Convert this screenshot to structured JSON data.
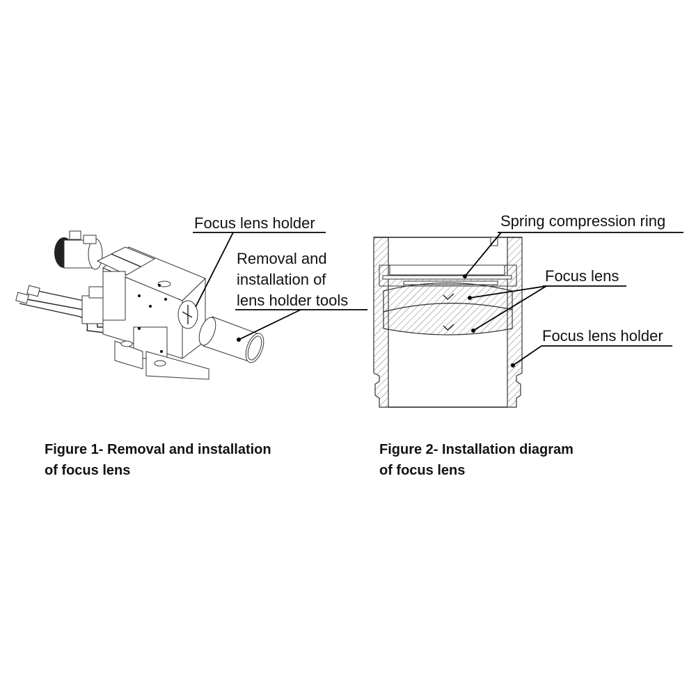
{
  "figure1": {
    "labels": {
      "focus_lens_holder": "Focus lens holder",
      "tool_line1": "Removal and",
      "tool_line2": "installation of",
      "tool_line3": "lens holder tools"
    },
    "caption_line1": "Figure 1- Removal and installation",
    "caption_line2": "of focus lens"
  },
  "figure2": {
    "labels": {
      "spring_ring": "Spring compression ring",
      "focus_lens": "Focus lens",
      "focus_lens_holder": "Focus lens holder"
    },
    "caption_line1": "Figure 2- Installation diagram",
    "caption_line2": "of focus lens"
  }
}
